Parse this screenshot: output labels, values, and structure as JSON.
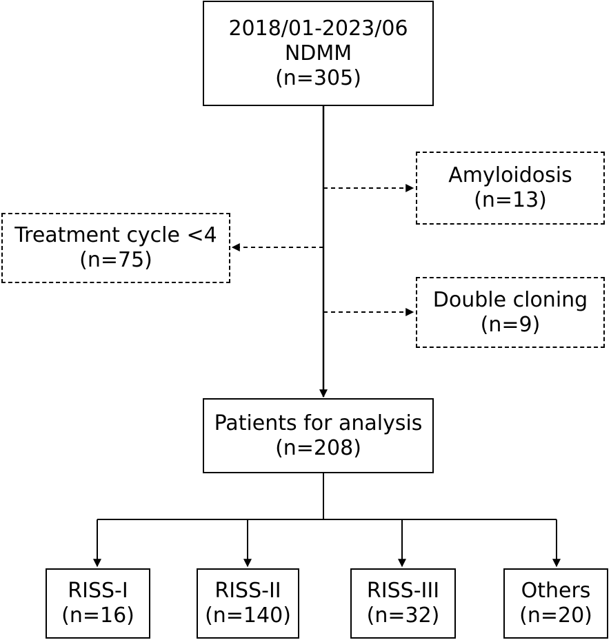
{
  "flowchart": {
    "source": {
      "period": "2018/01-2023/06",
      "cohort": "NDMM",
      "count": "(n=305)"
    },
    "exclusions": [
      {
        "label": "Amyloidosis",
        "count": "(n=13)"
      },
      {
        "label": "Treatment cycle <4",
        "count": "(n=75)"
      },
      {
        "label": "Double cloning",
        "count": "(n=9)"
      }
    ],
    "analysis": {
      "label": "Patients for analysis",
      "count": "(n=208)"
    },
    "groups": [
      {
        "label": "RISS-I",
        "count": "(n=16)"
      },
      {
        "label": "RISS-II",
        "count": "(n=140)"
      },
      {
        "label": "RISS-III",
        "count": "(n=32)"
      },
      {
        "label": "Others",
        "count": "(n=20)"
      }
    ]
  },
  "colors": {
    "line": "#000000",
    "background": "#ffffff"
  }
}
